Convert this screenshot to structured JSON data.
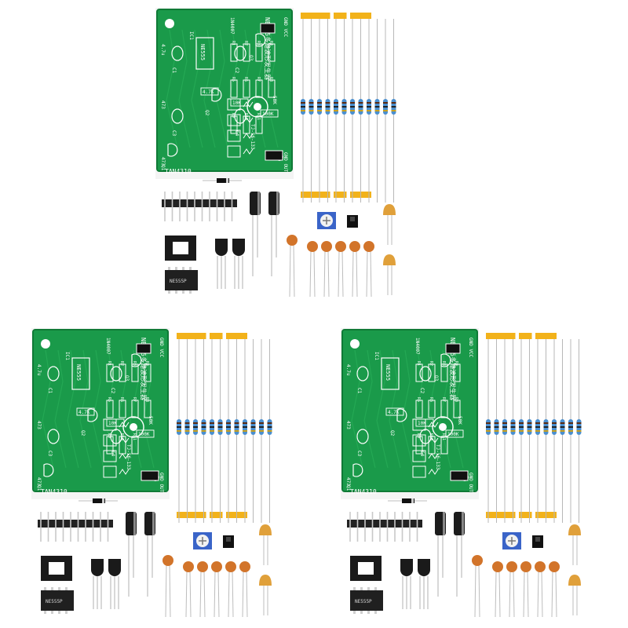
{
  "image": {
    "description_kits": 3,
    "board": {
      "title": "NE555多路波形发生器",
      "model": "TAN4310",
      "ic_label": "NE555",
      "ic_ref": "IC1",
      "top_pins": "GND VCC",
      "bottom_pins": "GND OUT",
      "diode_label": "1N4007",
      "pot_label": "TJ-56-133",
      "pot_value": "50K",
      "resistor_labels": [
        "R1",
        "R2",
        "R3",
        "R4",
        "R5",
        "R6",
        "R7",
        "R8",
        "R9",
        "R10",
        "R11"
      ],
      "value_labels": [
        "4.7K",
        "10K",
        "100K"
      ],
      "cap_labels": [
        "C1",
        "C2",
        "C3",
        "C4"
      ],
      "transistor_labels": [
        "Q1",
        "Q2",
        "Q3"
      ],
      "side_labels": [
        "4.7u",
        "473",
        "473"
      ]
    },
    "chip_marking": "NE555P",
    "colors": {
      "pcb": "#1a9a4a",
      "pcb_edge": "#0f7a36",
      "tape": "#f2b21a",
      "resistor_body": "#4a8fd0",
      "ceramic_cap": "#d2742a",
      "ceramic_cap_alt": "#e0a03a",
      "electrolytic": "#1c1c1c",
      "header": "#222222",
      "pot": "#3a64c8"
    }
  }
}
